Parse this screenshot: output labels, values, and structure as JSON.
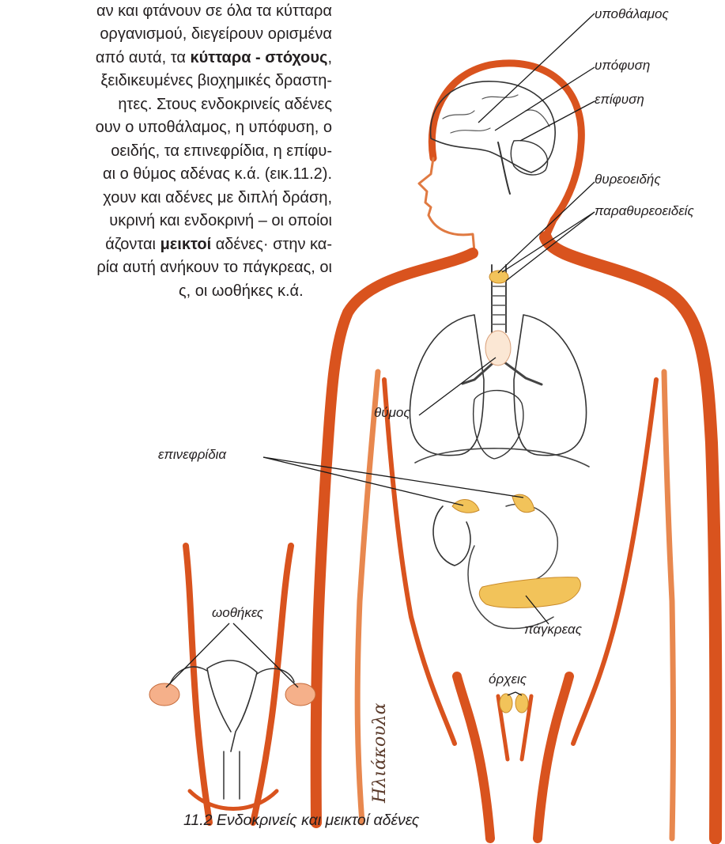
{
  "paragraph": {
    "l1": "αν και φτάνουν σε όλα τα κύτταρα",
    "l2": "οργανισμού, διεγείρουν ορισμένα",
    "l3_a": "από αυτά, τα ",
    "l3_b": "κύτταρα - στόχους",
    "l3_c": ",",
    "l4": "ξειδικευμένες βιοχημικές δραστη-",
    "l5": "ητες. Στους ενδοκρινείς αδένες",
    "l6": "ουν ο υποθάλαμος, η υπόφυση, ο",
    "l7": "οειδής, τα επινεφρίδια, η επίφυ-",
    "l8": "αι ο θύμος αδένας κ.ά. (εικ.11.2).",
    "l9": "χουν και αδένες με διπλή δράση,",
    "l10": "υκρινή και ενδοκρινή – οι οποίοι",
    "l11_a": "άζονται ",
    "l11_b": "μεικτοί",
    "l11_c": " αδένες· στην κα-",
    "l12": "ρία αυτή ανήκουν το πάγκρεας, οι",
    "l13": "ς, οι ωοθήκες κ.ά."
  },
  "labels": {
    "hypothalamus": "υποθάλαμος",
    "pituitary": "υπόφυση",
    "pineal": "επίφυση",
    "thyroid": "θυρεοειδής",
    "parathyroid": "παραθυρεοειδείς",
    "thymus": "θύμος",
    "adrenals": "επινεφρίδια",
    "pancreas": "πάγκρεας",
    "ovaries": "ωοθήκες",
    "testes": "όρχεις"
  },
  "signature": "Ηλιάκουλα",
  "caption": "11.2 Ενδοκρινείς και μεικτοί αδένες",
  "colors": {
    "body_outline": "#d9531e",
    "body_shade": "#e8884f",
    "gland_fill": "#f2c35a",
    "text": "#231f20"
  }
}
